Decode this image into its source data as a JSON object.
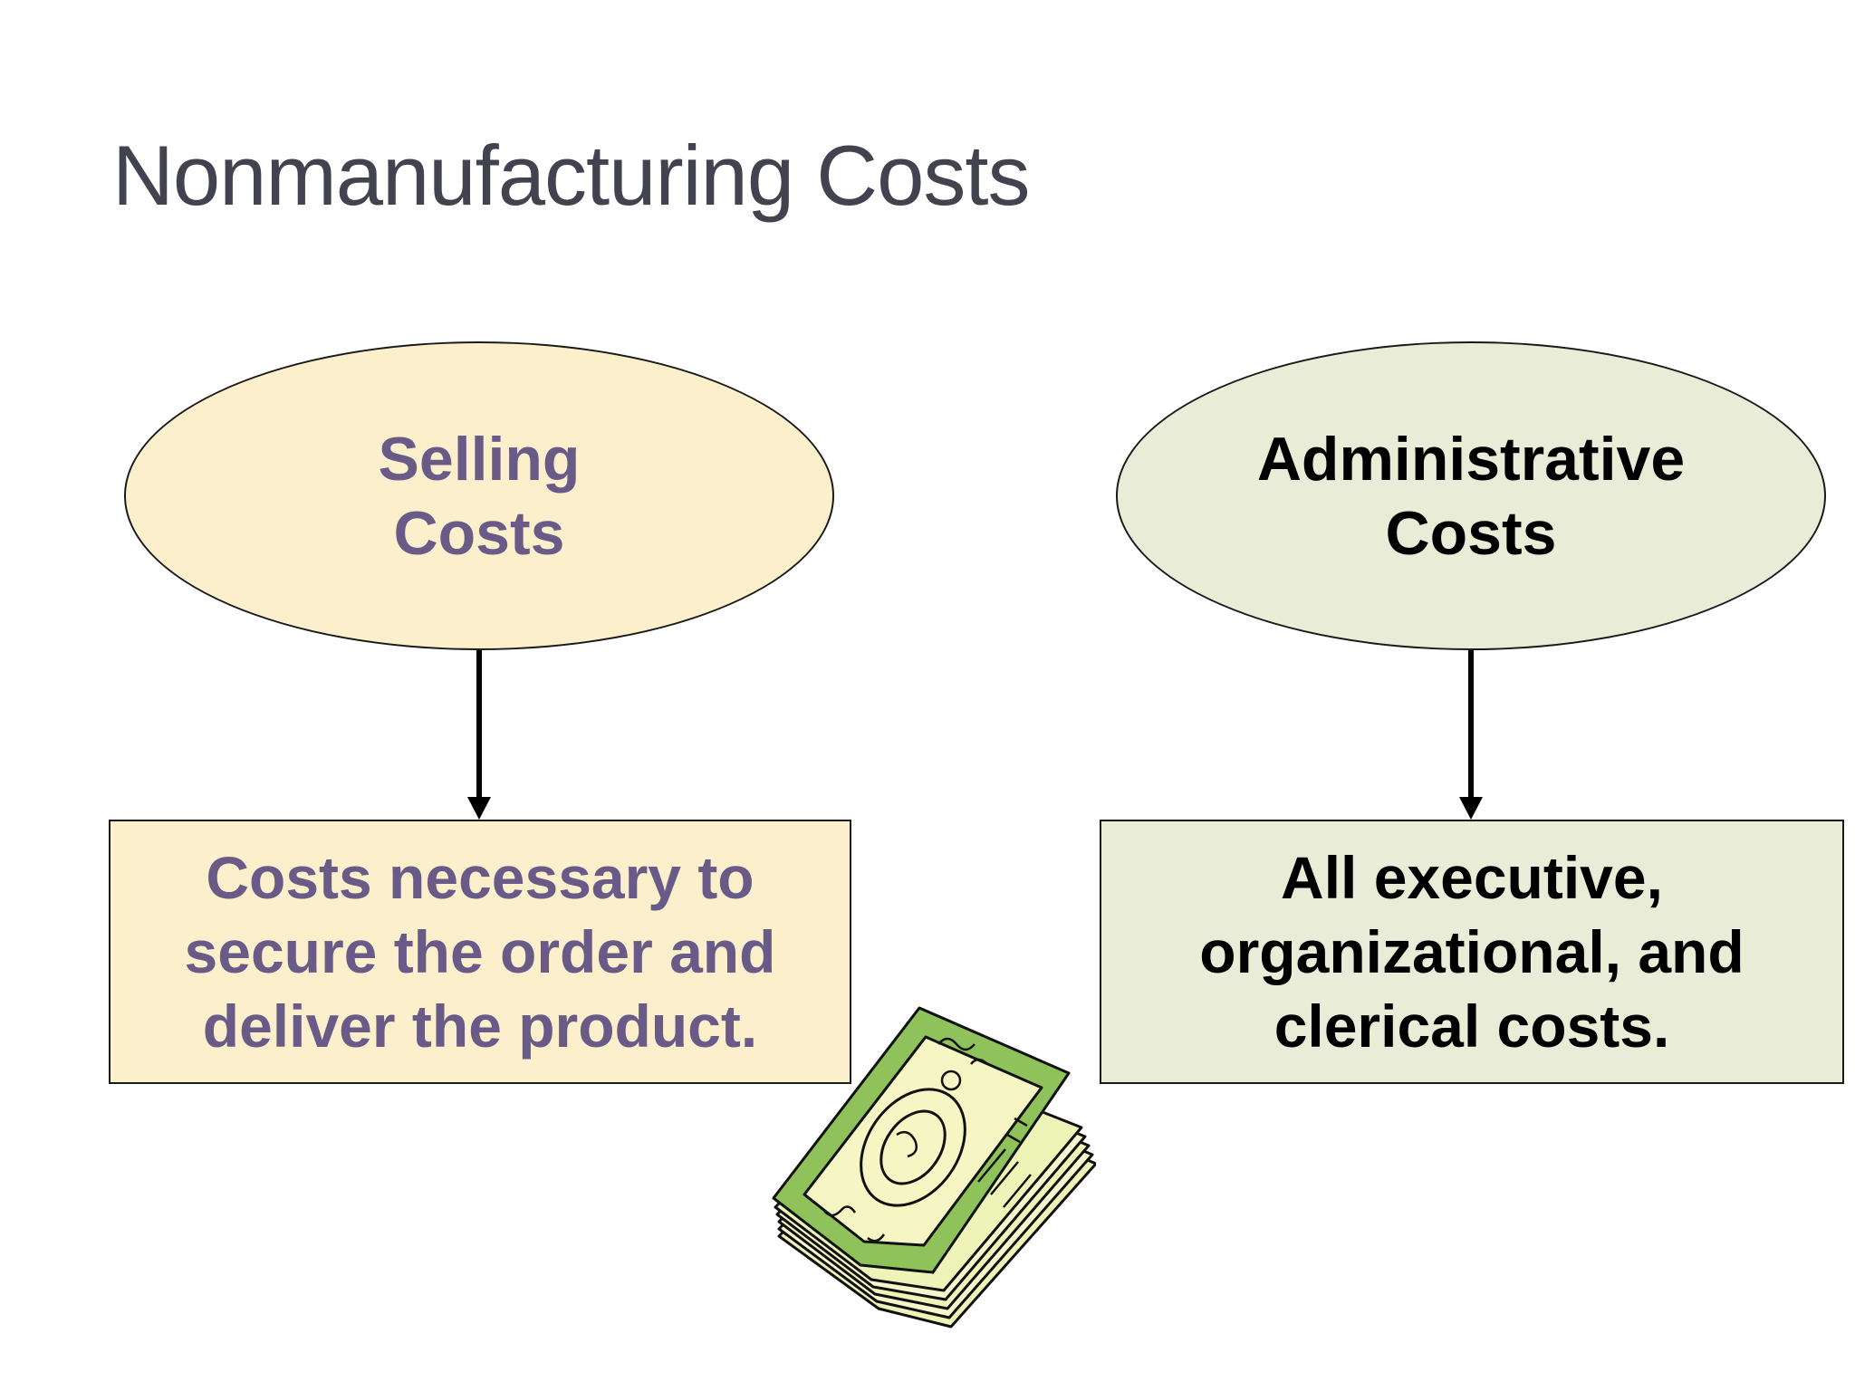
{
  "slide": {
    "title": "Nonmanufacturing Costs"
  },
  "selling": {
    "heading": "Selling\nCosts",
    "description": "Costs necessary to\nsecure the order and\ndeliver the product."
  },
  "administrative": {
    "heading": "Administrative\nCosts",
    "description": "All executive,\norganizational, and\nclerical costs."
  },
  "colors": {
    "selling_fill": "#fcf0cc",
    "selling_text": "#6a5a87",
    "admin_fill": "#e9ecd6",
    "admin_text": "#000000",
    "title_text": "#43434f"
  },
  "clipart": "money-stack-icon"
}
